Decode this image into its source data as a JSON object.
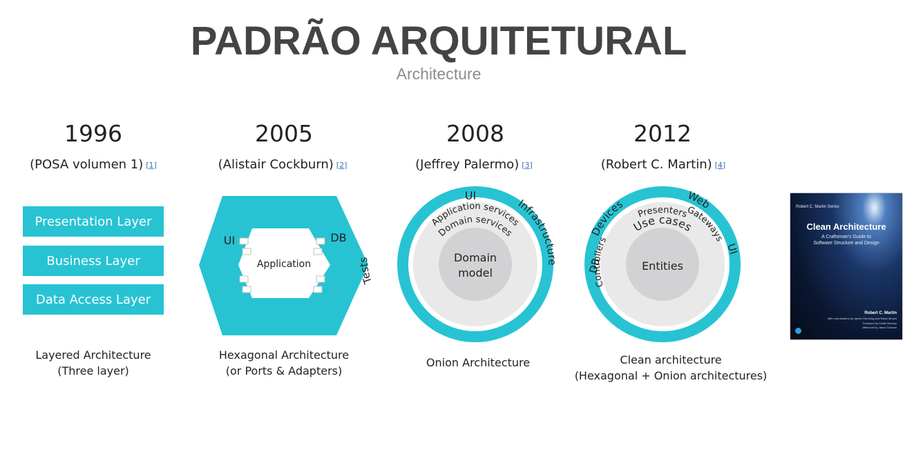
{
  "header": {
    "title": "PADRÃO ARQUITETURAL",
    "subtitle": "Architecture"
  },
  "columns": [
    {
      "year": "1996",
      "author": "(POSA volumen 1)",
      "ref": "[1]",
      "layers": [
        "Presentation Layer",
        "Business Layer",
        "Data Access Layer"
      ],
      "caption_line1": "Layered Architecture",
      "caption_line2": "(Three layer)"
    },
    {
      "year": "2005",
      "author": "(Alistair Cockburn)",
      "ref": "[2]",
      "labels": {
        "left": "UI",
        "right": "DB",
        "center": "Application"
      },
      "caption_line1": "Hexagonal Architecture",
      "caption_line2": "(or Ports & Adapters)"
    },
    {
      "year": "2008",
      "author": "(Jeffrey Palermo)",
      "ref": "[3]",
      "labels": {
        "top": "UI",
        "left": "Tests",
        "right": "Infrastructure",
        "app_services": "Application services",
        "domain_services": "Domain services",
        "core_line1": "Domain",
        "core_line2": "model"
      },
      "caption_line1": "Onion Architecture"
    },
    {
      "year": "2012",
      "author": "(Robert C. Martin)",
      "ref": "[4]",
      "labels": {
        "devices": "Devices",
        "web": "Web",
        "ui": "UI",
        "db": "DB",
        "presenters": "Presenters",
        "controllers": "Controllers",
        "gateways": "Gateways",
        "use_cases": "Use cases",
        "core": "Entities"
      },
      "caption_line1": "Clean architecture",
      "caption_line2": "(Hexagonal + Onion architectures)"
    }
  ],
  "book": {
    "series": "Robert C. Martin Series",
    "title": "Clean Architecture",
    "subtitle_line1": "A Craftsman's Guide to",
    "subtitle_line2": "Software Structure and Design",
    "author": "Robert C. Martin",
    "contributors": "With contributions by James Grenning and Simon Brown",
    "foreword": "Foreword by Kevlin Henney",
    "afterword": "Afterword by Jason Gorman"
  },
  "colors": {
    "accent": "#27c3d3",
    "title": "#444444",
    "subtitle": "#8c8c8c",
    "ring_inner": "#e9e9ea",
    "core": "#d2d2d4"
  }
}
